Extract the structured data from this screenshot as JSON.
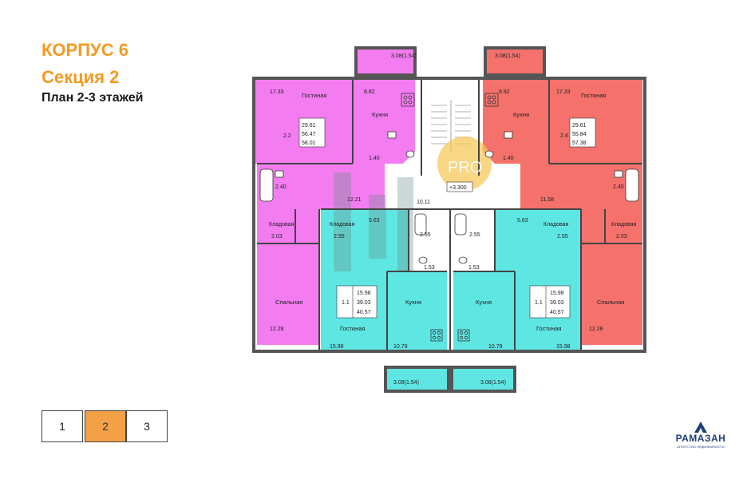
{
  "header": {
    "building": "КОРПУС 6",
    "section": "Секция 2",
    "plan": "План 2-3 этажей"
  },
  "colors": {
    "pink": "#f37cf0",
    "salmon": "#f4716c",
    "cyan": "#5ee6e3",
    "orange_accent": "#f39a21",
    "brand_blue": "#1f3f7a"
  },
  "plan": {
    "watermark": "PRO",
    "level": "+3.300",
    "stair_area": "10.11",
    "apt_left_2": {
      "balcony": "3.08(1.54)",
      "living_label": "Гостиная",
      "living_area": "17.33",
      "kitchen_label": "Кухня",
      "kitchen_area": "8.82",
      "code": "2.2",
      "a1": "29.61",
      "a2": "56.47",
      "a3": "58.01",
      "wc": "1.40",
      "bath": "2.40",
      "hall": "12.21",
      "storage_label": "Кладовая",
      "storage_area": "2.03",
      "bedroom_label": "Спальная",
      "bedroom_area": "12.28"
    },
    "apt_right_2": {
      "balcony": "3.08(1.54)",
      "living_label": "Гостиная",
      "living_area": "17.33",
      "kitchen_label": "Кухня",
      "kitchen_area": "8.82",
      "code": "2.4",
      "a1": "29.61",
      "a2": "55.84",
      "a3": "57.38",
      "wc": "1.40",
      "bath": "2.40",
      "hall": "11.58",
      "storage_label": "Кладовая",
      "storage_area": "2.03",
      "bedroom_label": "Спальная",
      "bedroom_area": "12.28"
    },
    "apt_left_1": {
      "storage_label": "Кладовая",
      "storage_area": "2.55",
      "hall": "5.63",
      "bath": "2.55",
      "wc": "1.53",
      "code": "1.1",
      "a1": "15.98",
      "a2": "39.03",
      "a3": "40.57",
      "living_label": "Гостиная",
      "living_area": "15.98",
      "kitchen_label": "Кухня",
      "kitchen_area": "10.79",
      "balcony": "3.08(1.54)"
    },
    "apt_right_1": {
      "storage_label": "Кладовая",
      "storage_area": "2.55",
      "hall": "5.63",
      "bath": "2.55",
      "wc": "1.53",
      "code": "1.1",
      "a1": "15.98",
      "a2": "39.03",
      "a3": "40.57",
      "living_label": "Гостиная",
      "living_area": "15.98",
      "kitchen_label": "Кухня",
      "kitchen_area": "10.79",
      "balcony": "3.08(1.54)"
    }
  },
  "sections_nav": {
    "s1": "1",
    "s2": "2",
    "s3": "3",
    "active": "2"
  },
  "logo": {
    "name": "РАМАЗАН",
    "tagline": "АГЕНТСТВО НЕДВИЖИМОСТИ"
  }
}
